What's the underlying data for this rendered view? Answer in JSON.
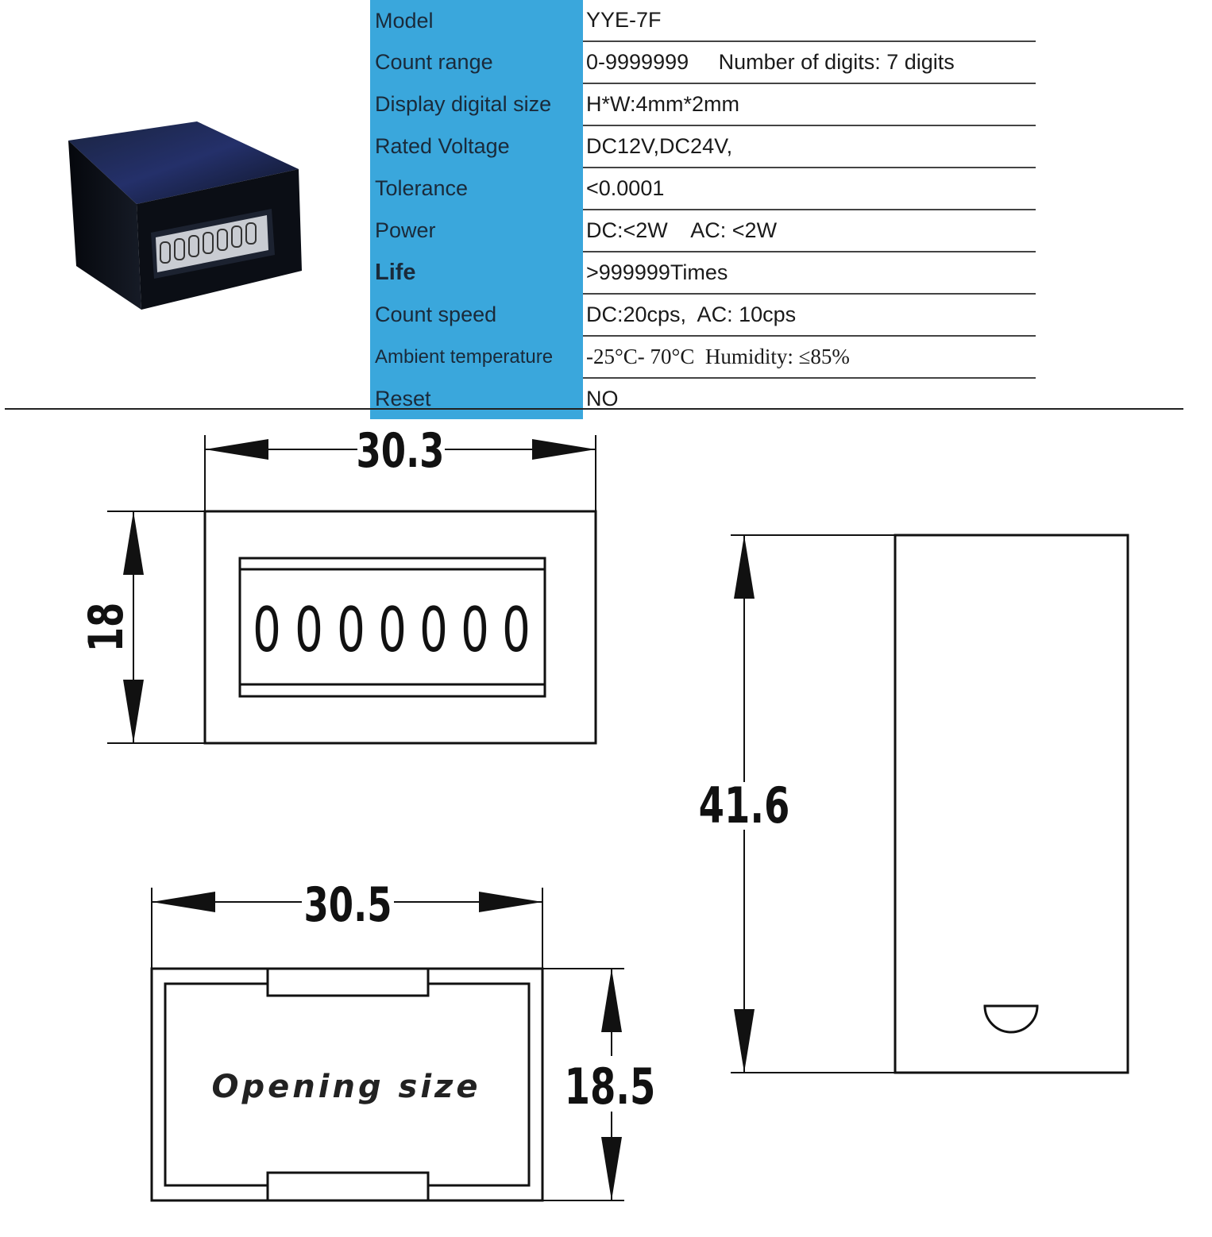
{
  "specs": [
    {
      "label": "Model",
      "value": "YYE-7F"
    },
    {
      "label": "Count range",
      "value": "0-9999999     Number of digits: 7 digits"
    },
    {
      "label": "Display digital size",
      "value": "H*W:4mm*2mm"
    },
    {
      "label": "Rated Voltage",
      "value": "DC12V,DC24V,"
    },
    {
      "label": "Tolerance",
      "value": "<0.0001"
    },
    {
      "label": "Power",
      "value": "DC:<2W    AC: <2W"
    },
    {
      "label": "Life",
      "value": ">999999Times"
    },
    {
      "label": "Count speed",
      "value": "DC:20cps,  AC: 10cps"
    },
    {
      "label": "Ambient temperature",
      "value": "-25°C- 70°C  Humidity: ≤85%"
    },
    {
      "label": "Reset",
      "value": "NO"
    }
  ],
  "drawing": {
    "front_width": "30.3",
    "front_height": "18",
    "display_digits": [
      "0",
      "0",
      "0",
      "0",
      "0",
      "0",
      "0"
    ],
    "side_depth": "41.6",
    "opening_width": "30.5",
    "opening_height": "18.5",
    "opening_label": "Opening size"
  },
  "colors": {
    "label_background": "#3aa7dc",
    "product_body": "#0d1117"
  }
}
